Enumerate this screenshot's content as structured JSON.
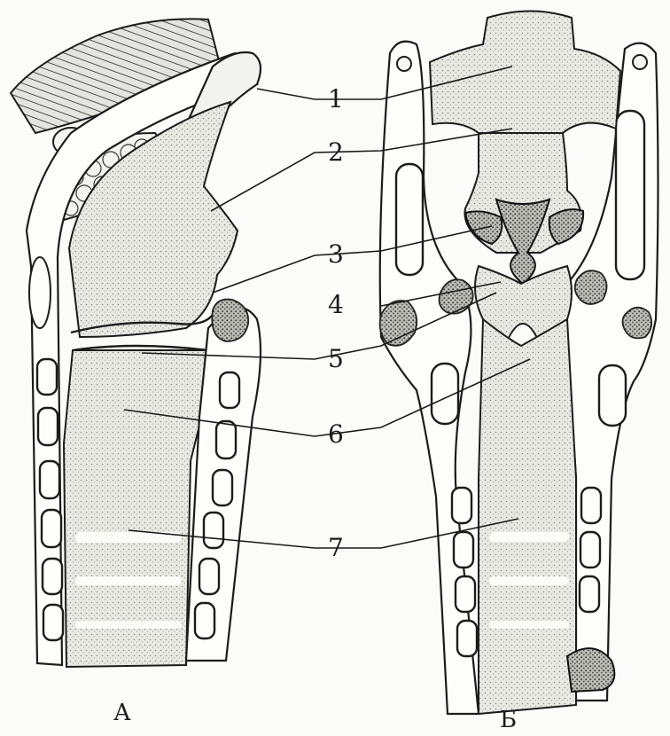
{
  "figure": {
    "panels": [
      {
        "id": "A",
        "label": "А"
      },
      {
        "id": "B",
        "label": "Б"
      }
    ],
    "callouts": [
      "1",
      "2",
      "3",
      "4",
      "5",
      "6",
      "7"
    ]
  }
}
